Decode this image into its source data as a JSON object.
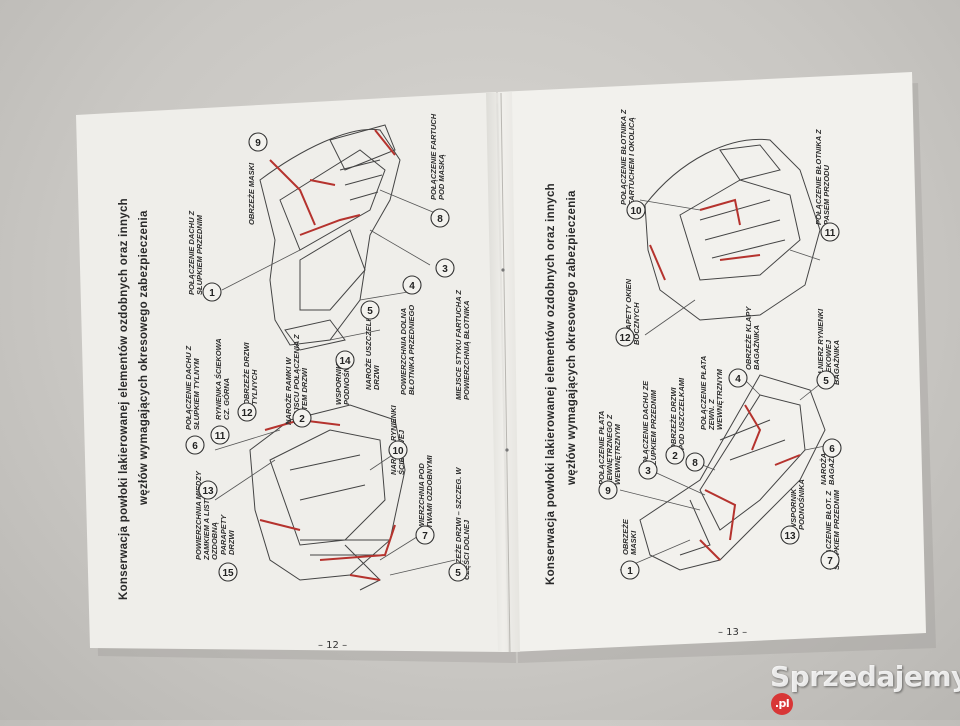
{
  "booklet": {
    "left_page": {
      "heading_line1": "Konserwacja powłoki lakierowanej elementów ozdobnych oraz innych",
      "heading_line2": "węzłów wymagających okresowego zabezpieczenia",
      "page_number": "– 12 –",
      "labels": [
        {
          "n": "9",
          "text": ""
        },
        {
          "n": "1",
          "text": "POŁĄCZENIE DACHU Z SŁUPKIEM PRZEDNIM"
        },
        {
          "n": "",
          "text": "OBRZEŻE MASKI"
        },
        {
          "n": "8",
          "text": "POŁĄCZENIE FARTUCH POD MASKĄ"
        },
        {
          "n": "3",
          "text": "MIEJSCE STYKU FARTUCHA Z POWIERZCHNIĄ BŁOTNIKA"
        },
        {
          "n": "4",
          "text": "POWIERZCHNIA DOLNA BŁOTNIKA PRZEDNIEGO"
        },
        {
          "n": "5",
          "text": "NAROŻE USZCZELKI DRZWI"
        },
        {
          "n": "14",
          "text": "WSPORNIK PODNOŚNIKA"
        },
        {
          "n": "6",
          "text": "POŁĄCZENIE DACHU Z SŁUPKIEM TYLNYM"
        },
        {
          "n": "11",
          "text": "RYNIENKA ŚCIEKOWA CZ. GÓRNA"
        },
        {
          "n": "12",
          "text": "OBRZEŻE DRZWI TYLNYCH"
        },
        {
          "n": "2",
          "text": "NAROŻE RAMKI W MIEJSCU POŁĄCZENIA Z PŁATEM DRZWI"
        },
        {
          "n": "10",
          "text": "NAROŻA RYNIENKI ŚCIEKOWEJ"
        },
        {
          "n": "13",
          "text": "POWIERZCHNIA MIĘDZY ZAMKIEM A LISTWĄ OZDOBNĄ"
        },
        {
          "n": "15",
          "text": "PARAPETY DRZWI"
        },
        {
          "n": "7",
          "text": "POWIERZCHNIA POD LISTWAMI OZDOBNYMI"
        },
        {
          "n": "5",
          "text": "OBRZEŻE DRZWI – SZCZEG. W CZĘŚCI DOLNEJ"
        }
      ]
    },
    "right_page": {
      "heading_line1": "Konserwacja powłoki lakierowanej elementów ozdobnych oraz innych",
      "heading_line2": "węzłów wymagających okresowego zabezpieczenia",
      "page_number": "– 13 –",
      "labels": [
        {
          "n": "10",
          "text": "POŁĄCZENIE BŁOTNIKA Z FARTUCHEM I OKOLICĄ"
        },
        {
          "n": "11",
          "text": "POŁĄCZENIE BŁOTNIKA Z PASEM PRZODU"
        },
        {
          "n": "12",
          "text": "PARAPETY OKIEN BOCZNYCH"
        },
        {
          "n": "9",
          "text": "POŁĄCZENIE PŁATA ZEWNĘTRZNEGO Z WEWNĘTRZNYM"
        },
        {
          "n": "3",
          "text": "POŁĄCZENIE DACHU ZE SŁUPKIEM PRZEDNIM"
        },
        {
          "n": "2",
          "text": "OBRZEŻE DRZWI POD USZCZELKAMI"
        },
        {
          "n": "8",
          "text": "POŁĄCZENIE PŁATA ZEWN. Z WEWNĘTRZNYM"
        },
        {
          "n": "4",
          "text": "OBRZEŻE KLAPY BAGAŻNIKA"
        },
        {
          "n": "5",
          "text": "KOŁNIERZ RYNIENKI ŚCIEKOWEJ BAGAŻNIKA"
        },
        {
          "n": "6",
          "text": "NAROŻA BAGAŻNIKA"
        },
        {
          "n": "13",
          "text": "WSPORNIK PODNOŚNIKA"
        },
        {
          "n": "1",
          "text": "OBRZEŻE MASKI"
        },
        {
          "n": "7",
          "text": "POŁĄCZENIE BŁOT. Z SŁUPKIEM PRZEDNIM"
        }
      ]
    }
  },
  "watermark": {
    "text": "Sprzedajemy",
    "suffix": ".pl"
  },
  "colors": {
    "paper": "#efeeea",
    "ink": "#2a2a2a",
    "red": "#b5332e",
    "background": "#cfcdc9"
  }
}
